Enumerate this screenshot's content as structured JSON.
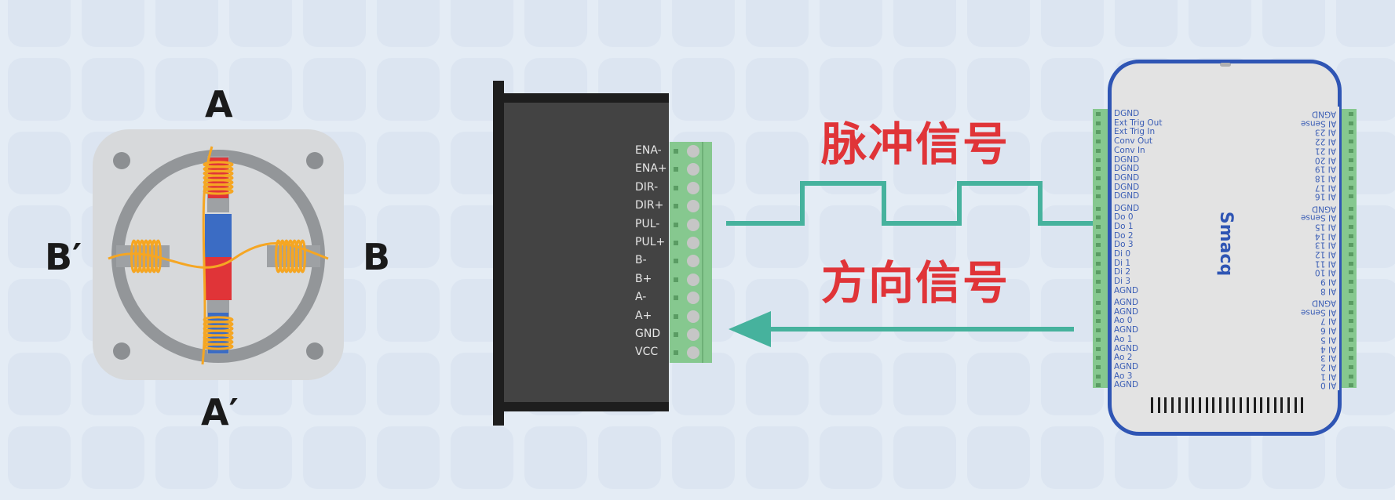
{
  "motor": {
    "label_top": "A",
    "label_bottom": "A′",
    "label_left": "B′",
    "label_right": "B"
  },
  "driver": {
    "pins": [
      "ENA-",
      "ENA+",
      "DIR-",
      "DIR+",
      "PUL-",
      "PUL+",
      "B-",
      "B+",
      "A-",
      "A+",
      "GND",
      "VCC"
    ]
  },
  "signals": {
    "pulse": "脉冲信号",
    "direction": "方向信号"
  },
  "daq": {
    "brand": "Smacq",
    "left_pins": [
      "DGND",
      "Ext Trig Out",
      "Ext Trig In",
      "Conv Out",
      "Conv In",
      "DGND",
      "DGND",
      "DGND",
      "DGND",
      "DGND",
      "DGND",
      "Do 0",
      "Do 1",
      "Do 2",
      "Do 3",
      "Di 0",
      "Di 1",
      "Di 2",
      "Di 3",
      "AGND",
      "AGND",
      "AGND",
      "Ao 0",
      "AGND",
      "Ao 1",
      "AGND",
      "Ao 2",
      "AGND",
      "Ao 3",
      "AGND"
    ],
    "right_pins": [
      "AGND",
      "AI Sense",
      "AI 23",
      "AI 22",
      "AI 21",
      "AI 20",
      "AI 19",
      "AI 18",
      "AI 17",
      "AI 16",
      "AGND",
      "AI Sense",
      "AI 15",
      "AI 14",
      "AI 13",
      "AI 12",
      "AI 11",
      "AI 10",
      "AI 9",
      "AI 8",
      "AGND",
      "AI Sense",
      "AI 7",
      "AI 6",
      "AI 5",
      "AI 4",
      "AI 3",
      "AI 2",
      "AI 1",
      "AI 0"
    ]
  },
  "colors": {
    "background": "#e4ecf5",
    "signal_line": "#46b29d",
    "signal_text": "#e03438",
    "terminal_green": "#86c88f",
    "daq_blue": "#2f55b4",
    "coil_copper": "#f5a623",
    "magnet_red": "#e03438",
    "magnet_blue": "#3b6cc4"
  }
}
